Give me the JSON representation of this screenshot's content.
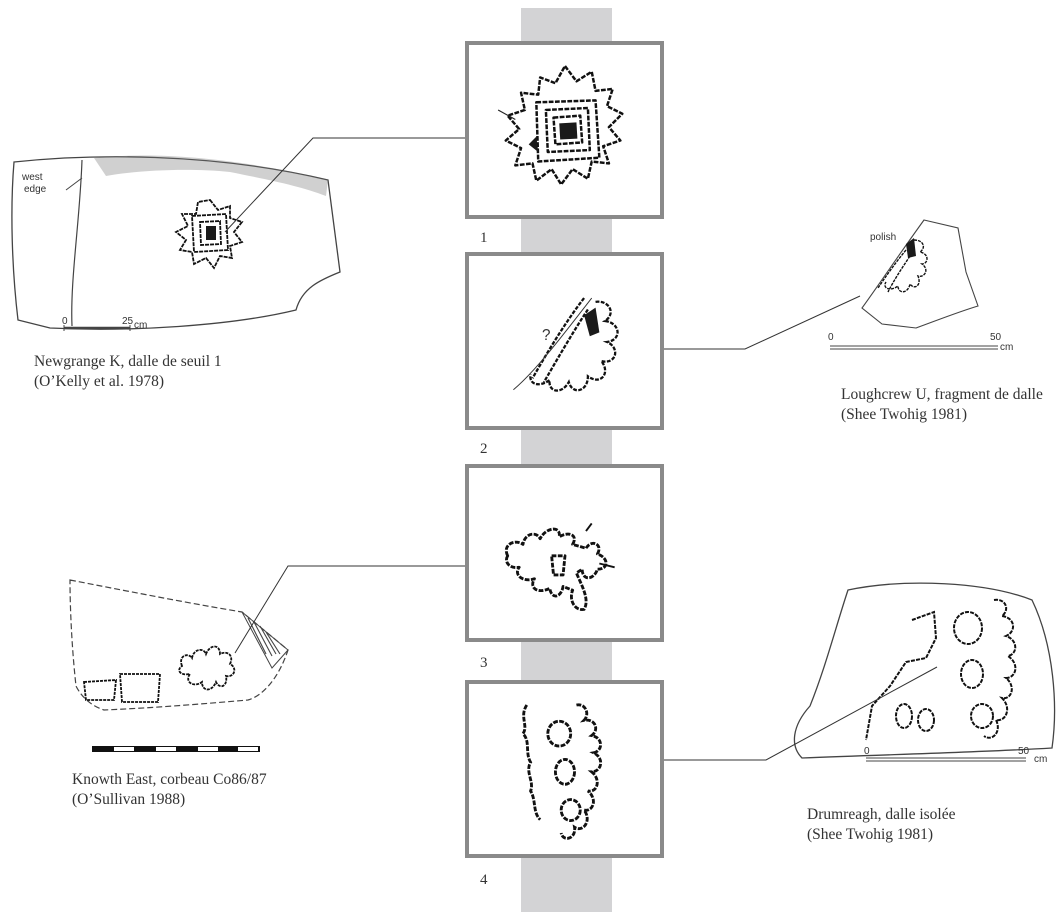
{
  "panels": [
    {
      "number": "1"
    },
    {
      "number": "2",
      "annotation": "?"
    },
    {
      "number": "3"
    },
    {
      "number": "4"
    }
  ],
  "captions": {
    "newgrange": {
      "line1": "Newgrange K, dalle de seuil 1",
      "line2": "(O’Kelly et al. 1978)"
    },
    "loughcrew": {
      "line1": "Loughcrew U, fragment de dalle",
      "line2": "(Shee Twohig 1981)"
    },
    "knowth": {
      "line1": "Knowth East, corbeau Co86/87",
      "line2": "(O’Sullivan 1988)"
    },
    "drumreagh": {
      "line1": "Drumreagh, dalle isolée",
      "line2": "(Shee Twohig 1981)"
    }
  },
  "drawing_labels": {
    "newgrange_edge_line1": "west",
    "newgrange_edge_line2": "edge",
    "newgrange_scale_start": "0",
    "newgrange_scale_end": "25",
    "newgrange_scale_unit": "cm",
    "loughcrew_polish": "polish",
    "loughcrew_scale_start": "0",
    "loughcrew_scale_end": "50",
    "loughcrew_scale_unit": "cm",
    "drumreagh_scale_start": "0",
    "drumreagh_scale_end": "50",
    "drumreagh_scale_unit": "cm"
  }
}
